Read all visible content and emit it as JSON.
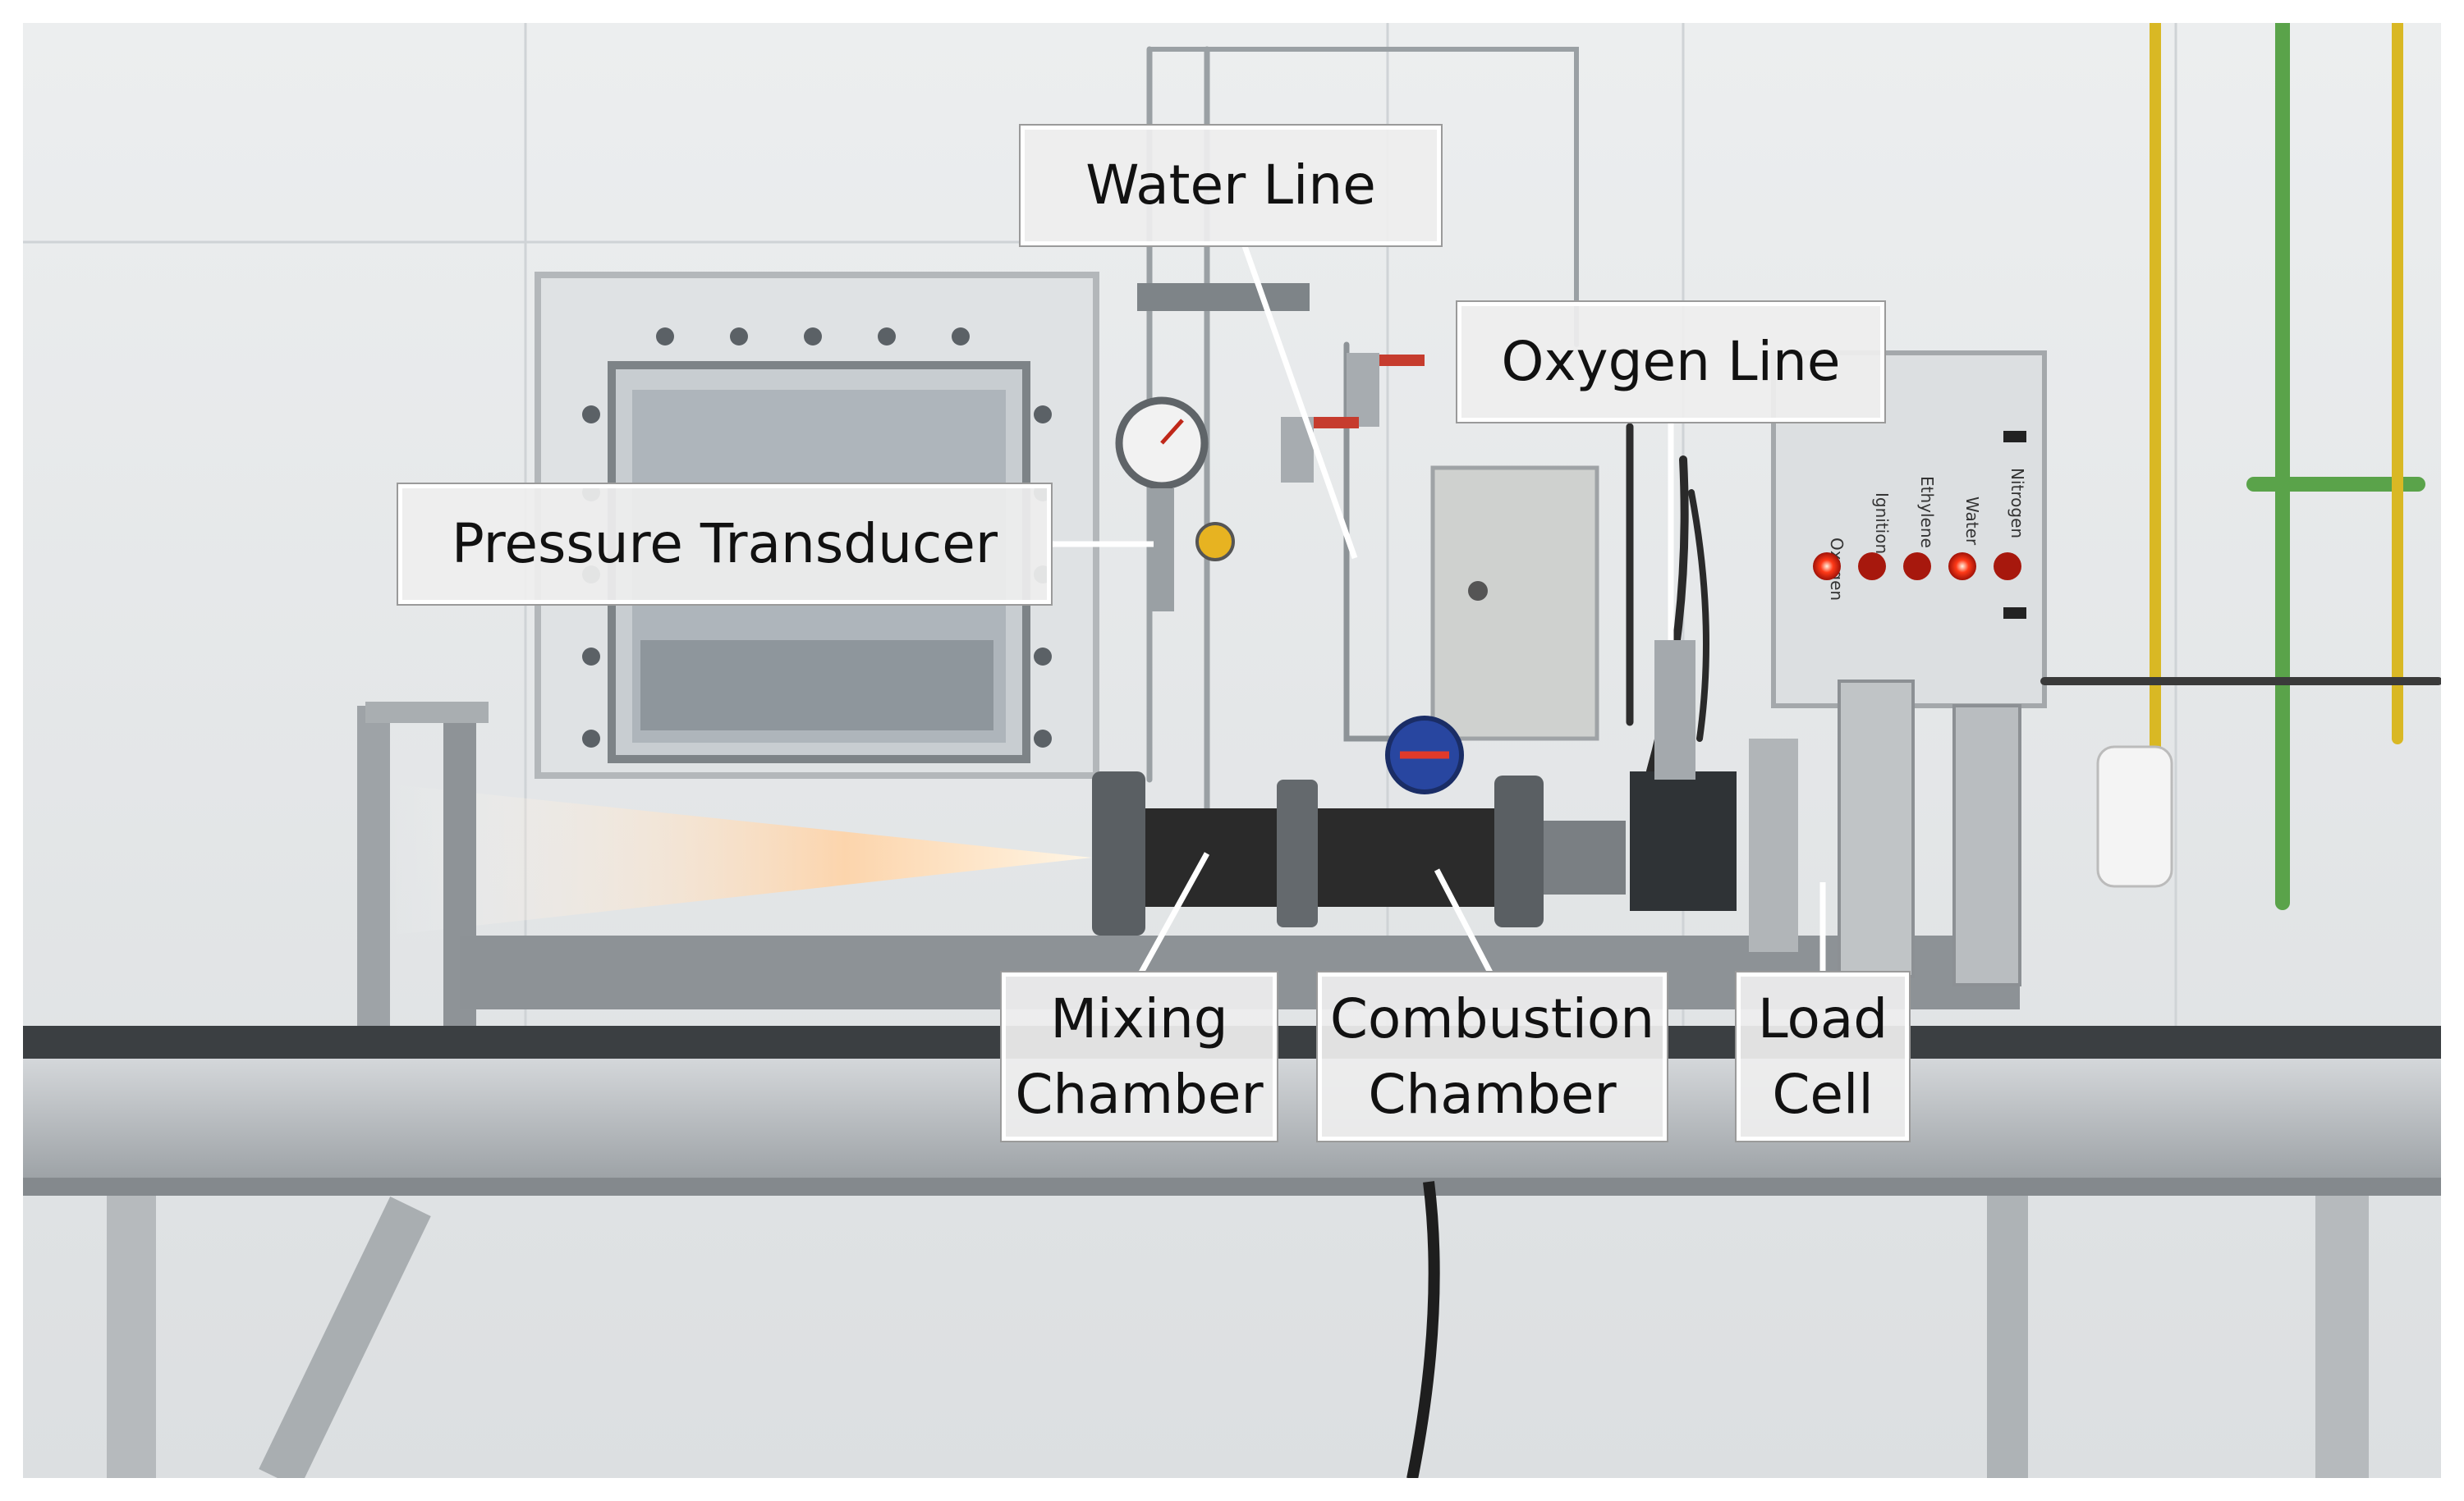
{
  "labels": {
    "water_line": "Water Line",
    "oxygen_line": "Oxygen Line",
    "pressure_transducer": "Pressure Transducer",
    "mixing_chamber_1": "Mixing",
    "mixing_chamber_2": "Chamber",
    "combustion_chamber_1": "Combustion",
    "combustion_chamber_2": "Chamber",
    "load_cell_1": "Load",
    "load_cell_2": "Cell"
  },
  "control_panel": {
    "switches": [
      "Oxygen",
      "Ignition",
      "Ethylene",
      "Water",
      "Nitrogen"
    ]
  },
  "colors": {
    "wall": "#e4e6e8",
    "steel": "#b8bcbf",
    "chamber": "#2a2a2a",
    "led_on": "#ff2a10",
    "led_off": "#b31a10",
    "pipe_green": "#5aa34a",
    "pipe_yellow": "#d9b824",
    "flame": "#ffd9b0"
  }
}
